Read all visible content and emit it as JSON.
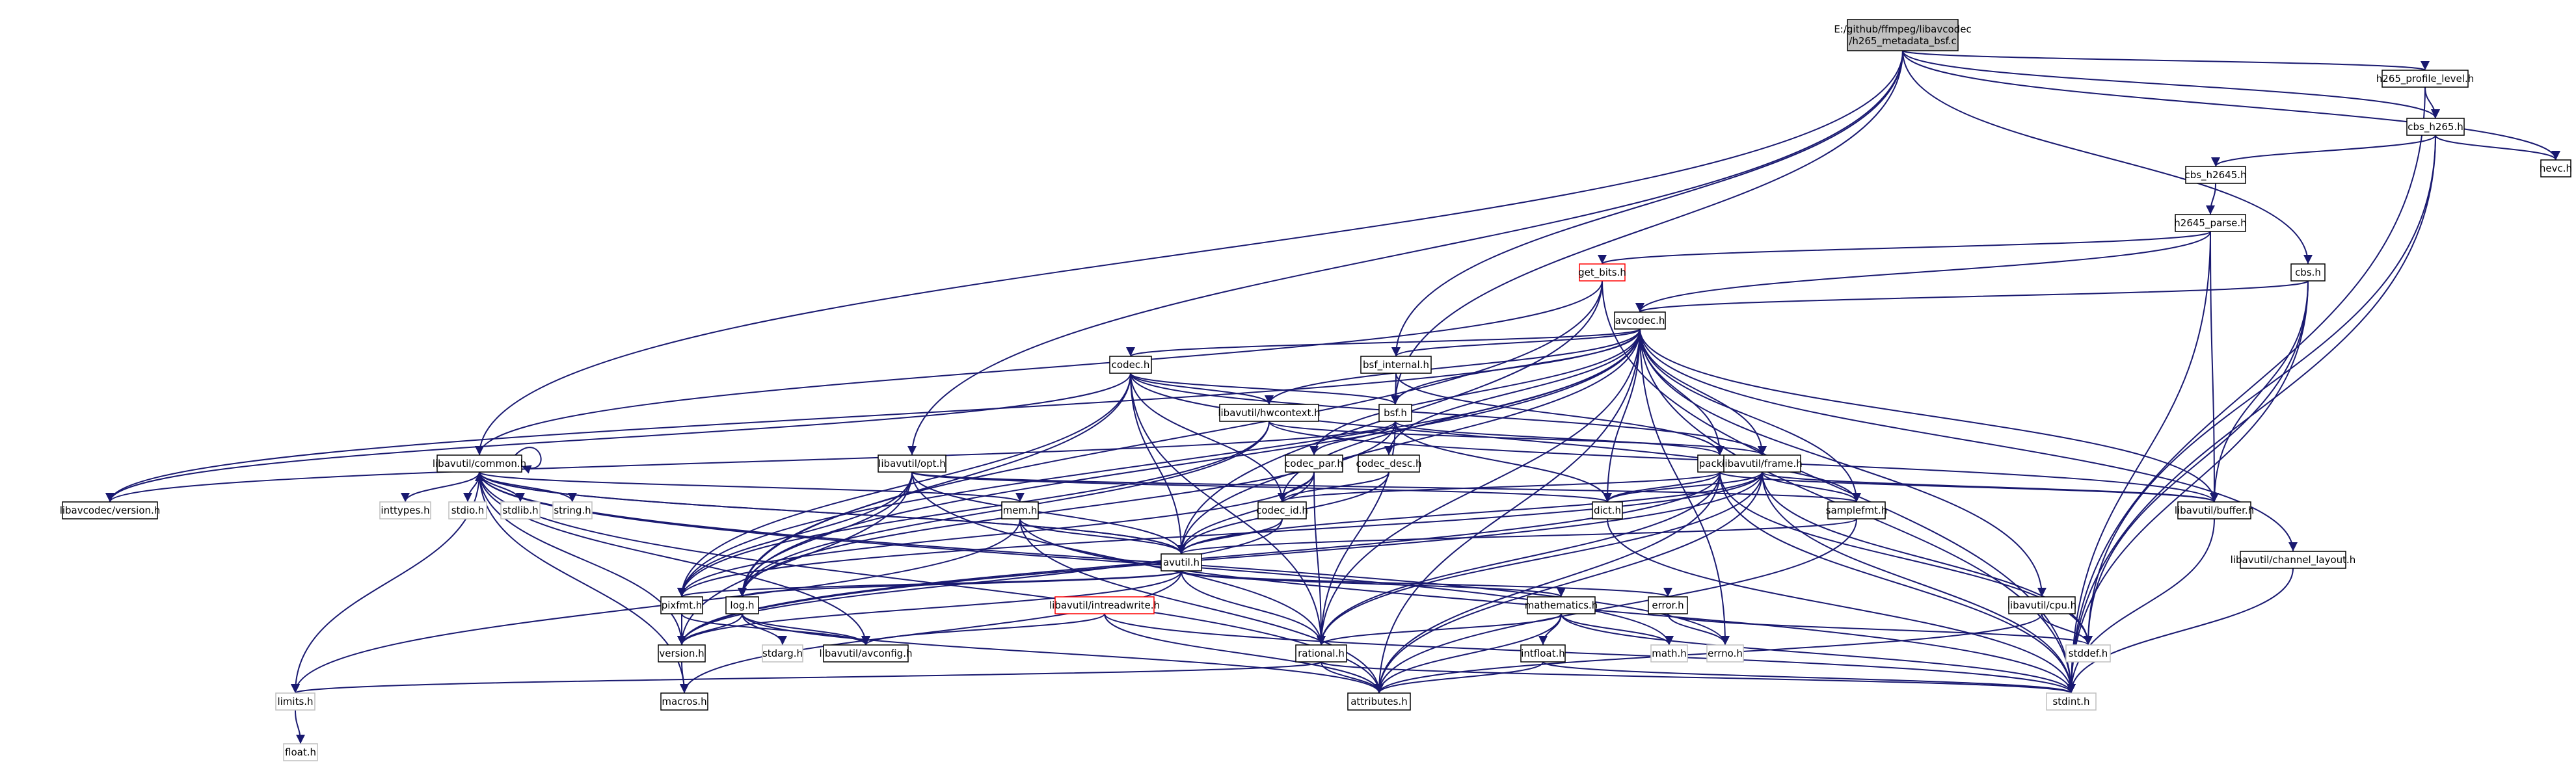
{
  "graph": {
    "root": "E:/github/ffmpeg/libavcodec/h265_metadata_bsf.c",
    "nodes": [
      {
        "id": "root",
        "label": "E:/github/ffmpeg/libavcodec\n/h265_metadata_bsf.c",
        "style": "root"
      },
      {
        "id": "h265_profile_level",
        "label": "h265_profile_level.h",
        "style": "normal"
      },
      {
        "id": "hevc",
        "label": "hevc.h",
        "style": "normal"
      },
      {
        "id": "cbs_h265",
        "label": "cbs_h265.h",
        "style": "normal"
      },
      {
        "id": "cbs_h2645",
        "label": "cbs_h2645.h",
        "style": "normal"
      },
      {
        "id": "h2645_parse",
        "label": "h2645_parse.h",
        "style": "normal"
      },
      {
        "id": "cbs",
        "label": "cbs.h",
        "style": "normal"
      },
      {
        "id": "get_bits",
        "label": "get_bits.h",
        "style": "red"
      },
      {
        "id": "avcodec",
        "label": "avcodec.h",
        "style": "normal"
      },
      {
        "id": "bsf_internal",
        "label": "bsf_internal.h",
        "style": "normal"
      },
      {
        "id": "codec",
        "label": "codec.h",
        "style": "normal"
      },
      {
        "id": "bsf",
        "label": "bsf.h",
        "style": "normal"
      },
      {
        "id": "hwcontext",
        "label": "libavutil/hwcontext.h",
        "style": "normal"
      },
      {
        "id": "common",
        "label": "libavutil/common.h",
        "style": "normal"
      },
      {
        "id": "opt",
        "label": "libavutil/opt.h",
        "style": "normal"
      },
      {
        "id": "codec_par",
        "label": "codec_par.h",
        "style": "normal"
      },
      {
        "id": "codec_desc",
        "label": "codec_desc.h",
        "style": "normal"
      },
      {
        "id": "packet",
        "label": "packet.h",
        "style": "normal"
      },
      {
        "id": "frame",
        "label": "libavutil/frame.h",
        "style": "normal"
      },
      {
        "id": "buffer",
        "label": "libavutil/buffer.h",
        "style": "normal"
      },
      {
        "id": "lavc_version",
        "label": "libavcodec/version.h",
        "style": "normal"
      },
      {
        "id": "inttypes",
        "label": "inttypes.h",
        "style": "gray"
      },
      {
        "id": "stdio",
        "label": "stdio.h",
        "style": "gray"
      },
      {
        "id": "stdlib",
        "label": "stdlib.h",
        "style": "gray"
      },
      {
        "id": "string",
        "label": "string.h",
        "style": "gray"
      },
      {
        "id": "mem",
        "label": "mem.h",
        "style": "normal"
      },
      {
        "id": "codec_id",
        "label": "codec_id.h",
        "style": "normal"
      },
      {
        "id": "dict",
        "label": "dict.h",
        "style": "normal"
      },
      {
        "id": "samplefmt",
        "label": "samplefmt.h",
        "style": "normal"
      },
      {
        "id": "channel_layout",
        "label": "libavutil/channel_layout.h",
        "style": "normal"
      },
      {
        "id": "avutil",
        "label": "avutil.h",
        "style": "normal"
      },
      {
        "id": "pixfmt",
        "label": "pixfmt.h",
        "style": "normal"
      },
      {
        "id": "log",
        "label": "log.h",
        "style": "normal"
      },
      {
        "id": "intreadwrite",
        "label": "libavutil/intreadwrite.h",
        "style": "red"
      },
      {
        "id": "mathematics",
        "label": "mathematics.h",
        "style": "normal"
      },
      {
        "id": "error",
        "label": "error.h",
        "style": "normal"
      },
      {
        "id": "cpu",
        "label": "libavutil/cpu.h",
        "style": "normal"
      },
      {
        "id": "version",
        "label": "version.h",
        "style": "normal"
      },
      {
        "id": "stdarg",
        "label": "stdarg.h",
        "style": "gray"
      },
      {
        "id": "avconfig",
        "label": "libavutil/avconfig.h",
        "style": "normal"
      },
      {
        "id": "rational",
        "label": "rational.h",
        "style": "normal"
      },
      {
        "id": "intfloat",
        "label": "intfloat.h",
        "style": "normal"
      },
      {
        "id": "math",
        "label": "math.h",
        "style": "gray"
      },
      {
        "id": "errno",
        "label": "errno.h",
        "style": "gray"
      },
      {
        "id": "stddef",
        "label": "stddef.h",
        "style": "gray"
      },
      {
        "id": "limits",
        "label": "limits.h",
        "style": "gray"
      },
      {
        "id": "float",
        "label": "float.h",
        "style": "gray"
      },
      {
        "id": "macros",
        "label": "macros.h",
        "style": "normal"
      },
      {
        "id": "attributes",
        "label": "attributes.h",
        "style": "normal"
      },
      {
        "id": "stdint",
        "label": "stdint.h",
        "style": "gray"
      }
    ],
    "edges": [
      [
        "root",
        "h265_profile_level"
      ],
      [
        "root",
        "hevc"
      ],
      [
        "root",
        "cbs_h265"
      ],
      [
        "root",
        "cbs"
      ],
      [
        "root",
        "bsf_internal"
      ],
      [
        "root",
        "common"
      ],
      [
        "root",
        "opt"
      ],
      [
        "root",
        "bsf"
      ],
      [
        "h265_profile_level",
        "cbs_h265"
      ],
      [
        "h265_profile_level",
        "stdint"
      ],
      [
        "cbs_h265",
        "cbs_h2645"
      ],
      [
        "cbs_h265",
        "hevc"
      ],
      [
        "cbs_h265",
        "stddef"
      ],
      [
        "cbs_h265",
        "stdint"
      ],
      [
        "cbs_h2645",
        "h2645_parse"
      ],
      [
        "h2645_parse",
        "avcodec"
      ],
      [
        "h2645_parse",
        "buffer"
      ],
      [
        "h2645_parse",
        "get_bits"
      ],
      [
        "h2645_parse",
        "stdint"
      ],
      [
        "cbs",
        "avcodec"
      ],
      [
        "cbs",
        "buffer"
      ],
      [
        "cbs",
        "stddef"
      ],
      [
        "cbs",
        "stdint"
      ],
      [
        "get_bits",
        "common"
      ],
      [
        "get_bits",
        "avutil"
      ],
      [
        "get_bits",
        "log"
      ],
      [
        "get_bits",
        "stdint"
      ],
      [
        "avcodec",
        "codec"
      ],
      [
        "avcodec",
        "bsf_internal"
      ],
      [
        "avcodec",
        "hwcontext"
      ],
      [
        "avcodec",
        "bsf"
      ],
      [
        "avcodec",
        "codec_par"
      ],
      [
        "avcodec",
        "codec_desc"
      ],
      [
        "avcodec",
        "packet"
      ],
      [
        "avcodec",
        "frame"
      ],
      [
        "avcodec",
        "buffer"
      ],
      [
        "avcodec",
        "lavc_version"
      ],
      [
        "avcodec",
        "codec_id"
      ],
      [
        "avcodec",
        "dict"
      ],
      [
        "avcodec",
        "samplefmt"
      ],
      [
        "avcodec",
        "channel_layout"
      ],
      [
        "avcodec",
        "avutil"
      ],
      [
        "avcodec",
        "pixfmt"
      ],
      [
        "avcodec",
        "rational"
      ],
      [
        "avcodec",
        "attributes"
      ],
      [
        "avcodec",
        "cpu"
      ],
      [
        "avcodec",
        "errno"
      ],
      [
        "avcodec",
        "log"
      ],
      [
        "avcodec",
        "stdint"
      ],
      [
        "bsf_internal",
        "bsf"
      ],
      [
        "bsf_internal",
        "packet"
      ],
      [
        "codec",
        "hwcontext"
      ],
      [
        "codec",
        "bsf"
      ],
      [
        "codec",
        "codec_id"
      ],
      [
        "codec",
        "avutil"
      ],
      [
        "codec",
        "log"
      ],
      [
        "codec",
        "pixfmt"
      ],
      [
        "codec",
        "rational"
      ],
      [
        "codec",
        "samplefmt"
      ],
      [
        "codec",
        "lavc_version"
      ],
      [
        "codec",
        "frame"
      ],
      [
        "bsf",
        "codec_par"
      ],
      [
        "bsf",
        "packet"
      ],
      [
        "bsf",
        "dict"
      ],
      [
        "bsf",
        "log"
      ],
      [
        "bsf",
        "rational"
      ],
      [
        "bsf",
        "lavc_version"
      ],
      [
        "hwcontext",
        "buffer"
      ],
      [
        "hwcontext",
        "frame"
      ],
      [
        "hwcontext",
        "log"
      ],
      [
        "hwcontext",
        "pixfmt"
      ],
      [
        "common",
        "common"
      ],
      [
        "common",
        "inttypes"
      ],
      [
        "common",
        "stdio"
      ],
      [
        "common",
        "stdlib"
      ],
      [
        "common",
        "string"
      ],
      [
        "common",
        "mem"
      ],
      [
        "common",
        "avutil"
      ],
      [
        "common",
        "attributes"
      ],
      [
        "common",
        "macros"
      ],
      [
        "common",
        "version"
      ],
      [
        "common",
        "limits"
      ],
      [
        "common",
        "errno"
      ],
      [
        "common",
        "math"
      ],
      [
        "common",
        "avconfig"
      ],
      [
        "opt",
        "avutil"
      ],
      [
        "opt",
        "dict"
      ],
      [
        "opt",
        "log"
      ],
      [
        "opt",
        "pixfmt"
      ],
      [
        "opt",
        "rational"
      ],
      [
        "opt",
        "samplefmt"
      ],
      [
        "opt",
        "version"
      ],
      [
        "codec_par",
        "codec_id"
      ],
      [
        "codec_par",
        "avutil"
      ],
      [
        "codec_par",
        "pixfmt"
      ],
      [
        "codec_par",
        "rational"
      ],
      [
        "codec_desc",
        "codec_id"
      ],
      [
        "codec_desc",
        "avutil"
      ],
      [
        "packet",
        "dict"
      ],
      [
        "packet",
        "buffer"
      ],
      [
        "packet",
        "attributes"
      ],
      [
        "packet",
        "rational"
      ],
      [
        "packet",
        "version"
      ],
      [
        "packet",
        "stddef"
      ],
      [
        "packet",
        "stdint"
      ],
      [
        "packet",
        "codec_id"
      ],
      [
        "frame",
        "buffer"
      ],
      [
        "frame",
        "dict"
      ],
      [
        "frame",
        "samplefmt"
      ],
      [
        "frame",
        "pixfmt"
      ],
      [
        "frame",
        "rational"
      ],
      [
        "frame",
        "avutil"
      ],
      [
        "frame",
        "attributes"
      ],
      [
        "frame",
        "stddef"
      ],
      [
        "frame",
        "stdint"
      ],
      [
        "frame",
        "version"
      ],
      [
        "buffer",
        "stdint"
      ],
      [
        "channel_layout",
        "stdint"
      ],
      [
        "codec_id",
        "avutil"
      ],
      [
        "codec_id",
        "version"
      ],
      [
        "dict",
        "stdint"
      ],
      [
        "samplefmt",
        "avutil"
      ],
      [
        "samplefmt",
        "attributes"
      ],
      [
        "mem",
        "attributes"
      ],
      [
        "mem",
        "avutil"
      ],
      [
        "mem",
        "limits"
      ],
      [
        "mem",
        "stdint"
      ],
      [
        "avutil",
        "common"
      ],
      [
        "avutil",
        "error"
      ],
      [
        "avutil",
        "rational"
      ],
      [
        "avutil",
        "mathematics"
      ],
      [
        "avutil",
        "log"
      ],
      [
        "avutil",
        "pixfmt"
      ],
      [
        "avutil",
        "version"
      ],
      [
        "avutil",
        "macros"
      ],
      [
        "pixfmt",
        "version"
      ],
      [
        "pixfmt",
        "avconfig"
      ],
      [
        "log",
        "version"
      ],
      [
        "log",
        "stdarg"
      ],
      [
        "log",
        "attributes"
      ],
      [
        "log",
        "avconfig"
      ],
      [
        "intreadwrite",
        "avconfig"
      ],
      [
        "intreadwrite",
        "attributes"
      ],
      [
        "intreadwrite",
        "stdint"
      ],
      [
        "mathematics",
        "attributes"
      ],
      [
        "mathematics",
        "rational"
      ],
      [
        "mathematics",
        "intfloat"
      ],
      [
        "mathematics",
        "math"
      ],
      [
        "mathematics",
        "stdint"
      ],
      [
        "error",
        "errno"
      ],
      [
        "error",
        "stddef"
      ],
      [
        "cpu",
        "attributes"
      ],
      [
        "cpu",
        "stddef"
      ],
      [
        "rational",
        "limits"
      ],
      [
        "rational",
        "attributes"
      ],
      [
        "rational",
        "stdint"
      ],
      [
        "intfloat",
        "attributes"
      ],
      [
        "intfloat",
        "stdint"
      ],
      [
        "limits",
        "float"
      ],
      [
        "version",
        "macros"
      ]
    ]
  }
}
